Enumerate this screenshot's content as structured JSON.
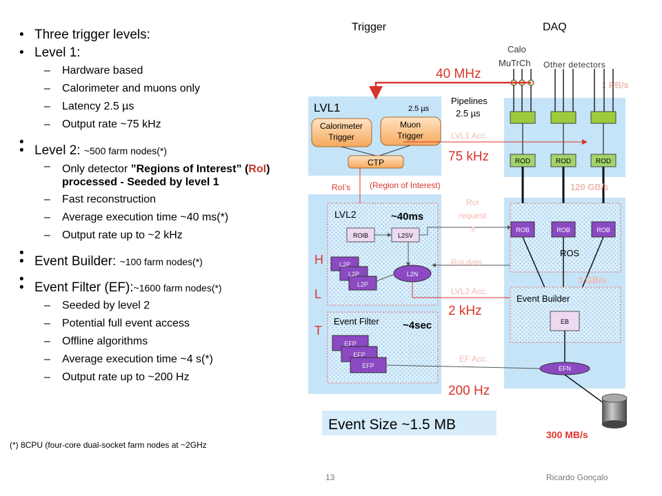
{
  "bullets": {
    "b1": "Three trigger levels:",
    "l1": {
      "title": "Level 1:",
      "items": [
        "Hardware based",
        "Calorimeter and muons  only",
        "Latency 2.5 µs",
        "Output rate ~75 kHz"
      ]
    },
    "l2": {
      "title": "Level 2:",
      "farm": "~500 farm nodes(*)",
      "item1_a": "Only detector ",
      "item1_b": "”Regions of Interest” (",
      "item1_c": "RoI",
      "item1_d": ") processed  - Seeded by level 1",
      "items": [
        "Fast reconstruction",
        "Average execution time ~40 ms(*)",
        "Output rate up to ~2 kHz"
      ]
    },
    "eb": {
      "title": "Event Builder:",
      "farm": "~100 farm nodes(*)"
    },
    "ef": {
      "title": "Event Filter (EF):",
      "farm": "~1600 farm nodes(*)",
      "items": [
        "Seeded by level 2",
        "Potential full event access",
        "Offline algorithms",
        "Average execution time ~4 s(*)",
        "Output rate up to ~200 Hz"
      ]
    }
  },
  "note": "(*) 8CPU (four-core dual-socket farm nodes at ~2GHz",
  "footer": {
    "page": "13",
    "author": "Ricardo Gonçalo"
  },
  "diagram": {
    "trigger_header": "Trigger",
    "daq_header": "DAQ",
    "calo": "Calo",
    "mutrch": "MuTrCh",
    "other_detectors": "Other detectors",
    "pb_s": "1 PB/s",
    "rate_40mhz": "40 MHz",
    "pipelines_1": "Pipelines",
    "pipelines_2": "2.5 µs",
    "lvl1": "LVL1",
    "lvl1_latency": "2.5 µs",
    "calo_trigger_1": "Calorimeter",
    "calo_trigger_2": "Trigger",
    "muon_trigger_1": "Muon",
    "muon_trigger_2": "Trigger",
    "ctp": "CTP",
    "lvl1_acc": "LVL1 Acc.",
    "rate_75khz": "75 kHz",
    "rod": "ROD",
    "rois": "RoI’s",
    "roi_region": "(Region of Interest)",
    "gb_120": "120 GB/s",
    "lvl2": "LVL2",
    "lvl2_time": "~40ms",
    "roib": "ROIB",
    "l2sv": "L2SV",
    "l2p": "L2P",
    "l2n": "L2N",
    "roi_requests_1": "RoI",
    "roi_requests_2": "request",
    "roi_requests_3": "s",
    "rob": "ROB",
    "ros": "ROS",
    "roi_data": "RoI data",
    "gb_3": "3 GB/s",
    "h": "H",
    "l": "L",
    "t": "T",
    "lvl2_acc": "LVL2 Acc.",
    "rate_2khz": "2 kHz",
    "event_builder": "Event Builder",
    "eb": "EB",
    "event_filter": "Event Filter",
    "ef_time": "~4sec",
    "efp": "EFP",
    "ef_acc": "EF Acc.",
    "efn": "EFN",
    "rate_200hz": "200 Hz",
    "event_size": "Event Size ~1.5 MB",
    "mb_300": "300 MB/s"
  }
}
